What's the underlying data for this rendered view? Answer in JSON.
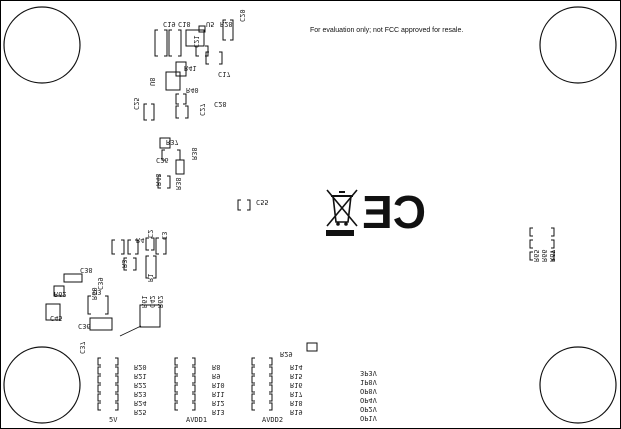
{
  "board": {
    "notice": "For evaluation only; not FCC approved for resale.",
    "ce_mark": "CE",
    "bottom_labels": [
      "5V",
      "AVDD1",
      "AVDD2"
    ]
  },
  "designators": {
    "top_cluster": [
      "C19",
      "C18",
      "U5",
      "R28",
      "C20",
      "C21",
      "C17",
      "R41",
      "R40",
      "C28",
      "C27",
      "U8",
      "C25",
      "R37",
      "C26",
      "R38",
      "R43",
      "R38b"
    ],
    "middle": [
      "C55",
      "R4",
      "C2",
      "C3",
      "R3",
      "R1",
      "C38",
      "U3",
      "R62",
      "C39",
      "R60",
      "C45",
      "C36",
      "C37"
    ],
    "right_side": [
      "R65",
      "R66",
      "R67"
    ],
    "bottom_left_5v": [
      "R20",
      "R21",
      "R22",
      "R23",
      "R24",
      "R25"
    ],
    "bottom_avdd1": [
      "R8",
      "R9",
      "R10",
      "R11",
      "R12",
      "R13"
    ],
    "bottom_avdd2": [
      "R14",
      "R15",
      "R16",
      "R17",
      "R18",
      "R19"
    ],
    "r29": "R29",
    "net_labels": [
      "3P3V",
      "1P8V",
      "OP8V",
      "OP4V",
      "OP2V",
      "OP1V"
    ],
    "silk_box": "R61\nC42\nR62"
  },
  "labels_rendered": {
    "C19": "C19",
    "C18": "C18",
    "U5": "U5",
    "R28": "R28",
    "C20": "C20",
    "C21": "C21",
    "C17": "C17",
    "R41": "R41",
    "R40": "R40",
    "C28": "C28",
    "C27": "C27",
    "U8": "U8",
    "C25": "C25",
    "R37": "R37",
    "C26": "C26",
    "R38": "R38",
    "R43": "R43",
    "R38b": "R38",
    "C55": "C55",
    "R4": "R4",
    "C2": "C2",
    "C3": "C3",
    "R3": "R3",
    "R1": "R1",
    "C38": "C38",
    "U3": "U3",
    "R62": "R62",
    "C39": "C39",
    "R60": "R60",
    "C45": "C45",
    "C36": "C36",
    "C37": "C37",
    "R65": "R65",
    "R66": "R66",
    "R67": "R67",
    "R20": "R20",
    "R21": "R21",
    "R22": "R22",
    "R23": "R23",
    "R24": "R24",
    "R25": "R25",
    "R8": "R8",
    "R9": "R9",
    "R10": "R10",
    "R11": "R11",
    "R12": "R12",
    "R13": "R13",
    "R14": "R14",
    "R15": "R15",
    "R16": "R16",
    "R17": "R17",
    "R18": "R18",
    "R19": "R19",
    "R29": "R29",
    "N1": "3P3V",
    "N2": "1P8V",
    "N3": "OP8V",
    "N4": "OP4V",
    "N5": "OP2V",
    "N6": "OP1V",
    "BX1": "R61",
    "BX2": "C42",
    "BX3": "R62"
  }
}
